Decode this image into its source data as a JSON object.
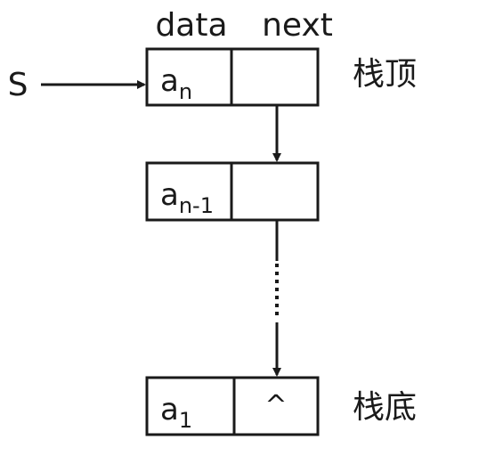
{
  "header": {
    "data_label": "data",
    "next_label": "next"
  },
  "pointer": {
    "label": "S"
  },
  "nodes": [
    {
      "data_base": "a",
      "data_sub": "n",
      "next": ""
    },
    {
      "data_base": "a",
      "data_sub": "n-1",
      "next": ""
    },
    {
      "data_base": "a",
      "data_sub": "1",
      "next": "^"
    }
  ],
  "side_labels": {
    "top": "栈顶",
    "bottom": "栈底"
  }
}
